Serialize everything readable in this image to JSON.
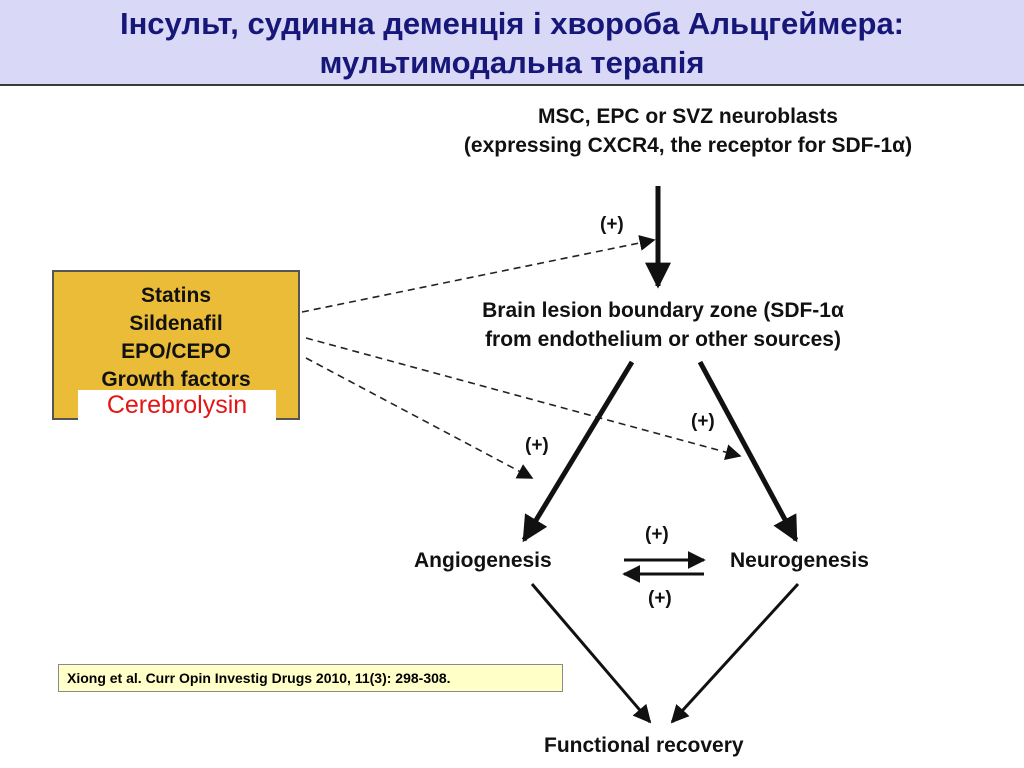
{
  "title": {
    "line1": "Інсульт, судинна деменція і хвороба Альцгеймера:",
    "line2": "мультимодальна терапія"
  },
  "diagram": {
    "source_cells": {
      "line1": "MSC, EPC or SVZ neuroblasts",
      "line2": "(expressing CXCR4, the receptor for SDF-1α)"
    },
    "lesion_zone": {
      "line1": "Brain lesion boundary zone (SDF-1α",
      "line2": "from endothelium or other sources)"
    },
    "drugs": [
      "Statins",
      "Sildenafil",
      "EPO/CEPO",
      "Growth factors"
    ],
    "highlight_drug": "Cerebrolysin",
    "angiogenesis": "Angiogenesis",
    "neurogenesis": "Neurogenesis",
    "functional_recovery": "Functional recovery",
    "plus_labels": {
      "to_lesion": "(+)",
      "to_angiogenesis": "(+)",
      "to_neurogenesis": "(+)",
      "angio_to_neuro": "(+)",
      "neuro_to_angio": "(+)"
    }
  },
  "citation": "Xiong et al. Curr Opin Investig Drugs 2010, 11(3): 298-308.",
  "colors": {
    "title_text": "#17177a",
    "title_band": "#d9d9f7",
    "drug_box": "#eabc37",
    "highlight_text": "#e31515",
    "citation_bg": "#ffffc8"
  }
}
